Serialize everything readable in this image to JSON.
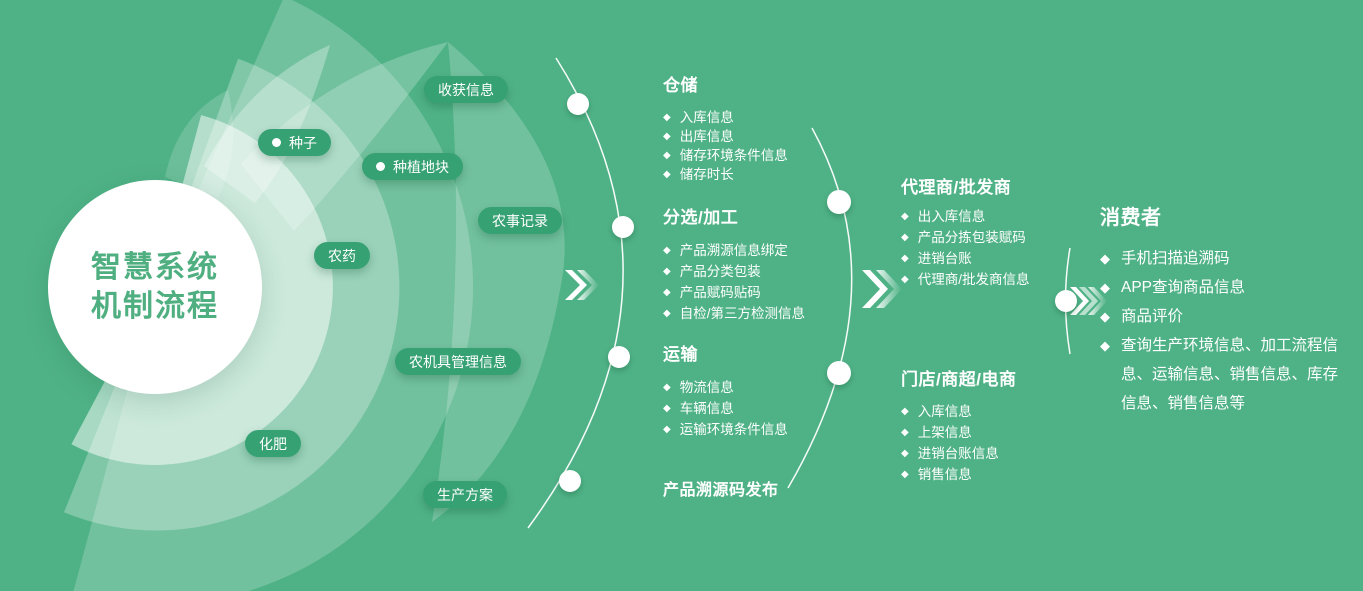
{
  "colors": {
    "background": "#4FB286",
    "pill": "#36A173",
    "title_text": "#4FAF80",
    "text": "#FFFFFF"
  },
  "icons": {
    "diamond": "◆",
    "dot": "●"
  },
  "title": {
    "line1": "智慧系统",
    "line2": "机制流程"
  },
  "stages": [
    {
      "label": "种子",
      "has_dot": true
    },
    {
      "label": "种植地块",
      "has_dot": true
    },
    {
      "label": "收获信息",
      "has_dot": false
    },
    {
      "label": "农事记录",
      "has_dot": false
    },
    {
      "label": "农药",
      "has_dot": false
    },
    {
      "label": "农机具管理信息",
      "has_dot": false
    },
    {
      "label": "化肥",
      "has_dot": false
    },
    {
      "label": "生产方案",
      "has_dot": false
    }
  ],
  "process_columns": {
    "warehousing": {
      "header": "仓储",
      "items": [
        "入库信息",
        "出库信息",
        "储存环境条件信息",
        "储存时长"
      ]
    },
    "sorting": {
      "header": "分选/加工",
      "items": [
        "产品溯源信息绑定",
        "产品分类包装",
        "产品赋码贴码",
        "自检/第三方检测信息"
      ]
    },
    "transport": {
      "header": "运输",
      "items": [
        "物流信息",
        "车辆信息",
        "运输环境条件信息"
      ]
    },
    "code_release": {
      "header": "产品溯源码发布"
    }
  },
  "distribution_columns": {
    "agent": {
      "header": "代理商/批发商",
      "items": [
        "出入库信息",
        "产品分拣包装赋码",
        "进销台账",
        "代理商/批发商信息"
      ]
    },
    "store": {
      "header": "门店/商超/电商",
      "items": [
        "入库信息",
        "上架信息",
        "进销台账信息",
        "销售信息"
      ]
    }
  },
  "consumer": {
    "header": "消费者",
    "items": [
      "手机扫描追溯码",
      "APP查询商品信息",
      "商品评价",
      "查询生产环境信息、加工流程信息、运输信息、销售信息、库存信息、销售信息等"
    ]
  }
}
